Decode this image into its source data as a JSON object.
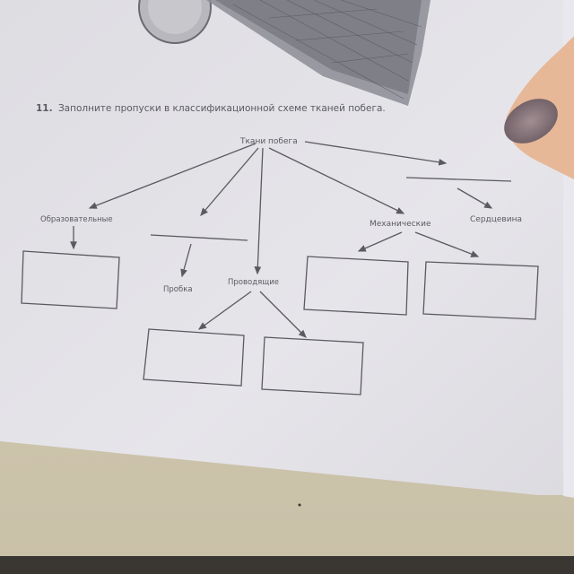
{
  "page": {
    "task_number": "11.",
    "task_text": "Заполните пропуски в классификационной схеме тканей побега."
  },
  "diagram": {
    "root": "Ткани побега",
    "nodes": {
      "educational": "Образовательные",
      "cork": "Пробка",
      "conductive": "Проводящие",
      "mechanical": "Механические",
      "pith": "Сердцевина"
    },
    "blank_lines": 2,
    "blank_boxes": 5
  },
  "colors": {
    "paper": "#e4e3e8",
    "ink": "#5a5a60",
    "table": "#cfc6b2",
    "nail": "#7a6a70",
    "skin": "#e8b89a"
  }
}
